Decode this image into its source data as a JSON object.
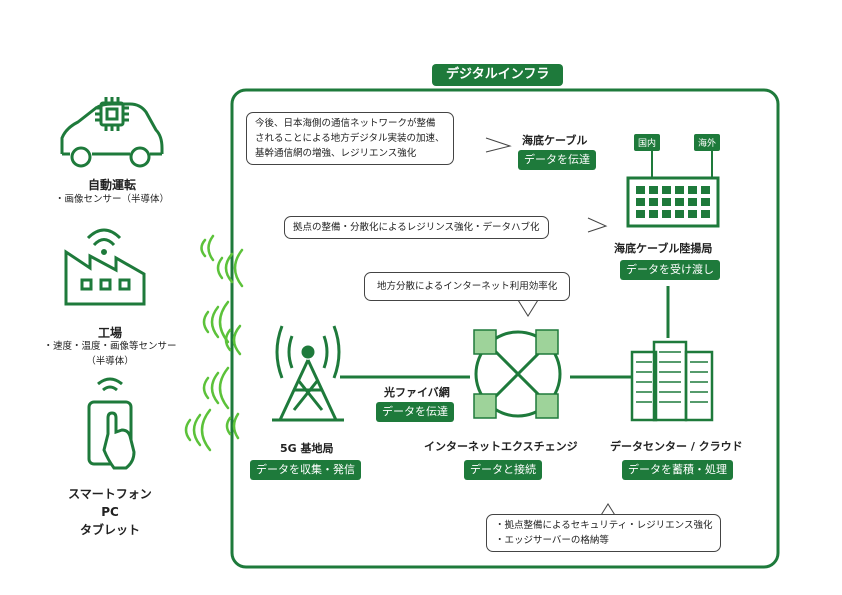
{
  "panel_title": "デジタルインフラ",
  "devices": {
    "car": {
      "title": "自動運転",
      "sub": [
        "・画像センサー（半導体）"
      ]
    },
    "factory": {
      "title": "工場",
      "sub": [
        "・速度・温度・画像等センサー",
        "（半導体）"
      ]
    },
    "phone": {
      "title_lines": [
        "スマートフォン",
        "PC",
        "タブレット"
      ]
    }
  },
  "callouts": {
    "sea_cable": [
      "今後、日本海側の通信ネットワークが整備",
      "されることによる地方デジタル実装の加速、",
      "基幹通信網の増強、レジリエンス強化"
    ],
    "hub": "拠点の整備・分散化によるレジリンス強化・データハブ化",
    "ix": "地方分散によるインターネット利用効率化",
    "dc": [
      "・拠点整備によるセキュリティ・レジリエンス強化",
      "・エッジサーバーの格納等"
    ]
  },
  "nodes": {
    "sea_cable": {
      "label": "海底ケーブル",
      "tag": "データを伝達"
    },
    "landing": {
      "label": "海底ケーブル陸揚局",
      "tag": "データを受け渡し",
      "domestic": "国内",
      "overseas": "海外"
    },
    "tower": {
      "label": "5G 基地局",
      "tag": "データを収集・発信"
    },
    "fiber": {
      "label": "光ファイバ網",
      "tag": "データを伝達"
    },
    "ix": {
      "label": "インターネットエクスチェンジ",
      "tag": "データと接続"
    },
    "dc": {
      "label": "データセンター / クラウド",
      "tag": "データを蓄積・処理"
    }
  },
  "colors": {
    "accent": "#1e7a3b",
    "wave": "#5cc23a"
  }
}
